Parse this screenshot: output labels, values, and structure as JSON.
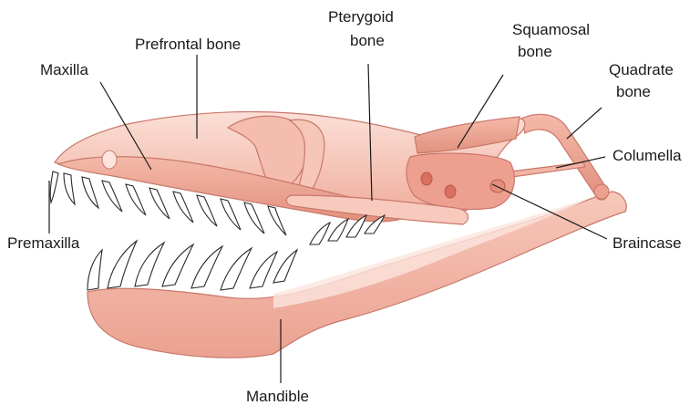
{
  "labels": {
    "prefrontal": "Prefrontal bone",
    "maxilla": "Maxilla",
    "pterygoid_line1": "Pterygoid",
    "pterygoid_line2": "bone",
    "squamosal_line1": "Squamosal",
    "squamosal_line2": "bone",
    "quadrate_line1": "Quadrate",
    "quadrate_line2": "bone",
    "columella": "Columella",
    "braincase": "Braincase",
    "premaxilla": "Premaxilla",
    "mandible": "Mandible"
  },
  "colors": {
    "bone_light": "#f9d6cc",
    "bone_mid": "#f2b4a5",
    "bone_dark": "#e08f7f",
    "bone_outline": "#c9786a",
    "tooth": "#ffffff"
  }
}
